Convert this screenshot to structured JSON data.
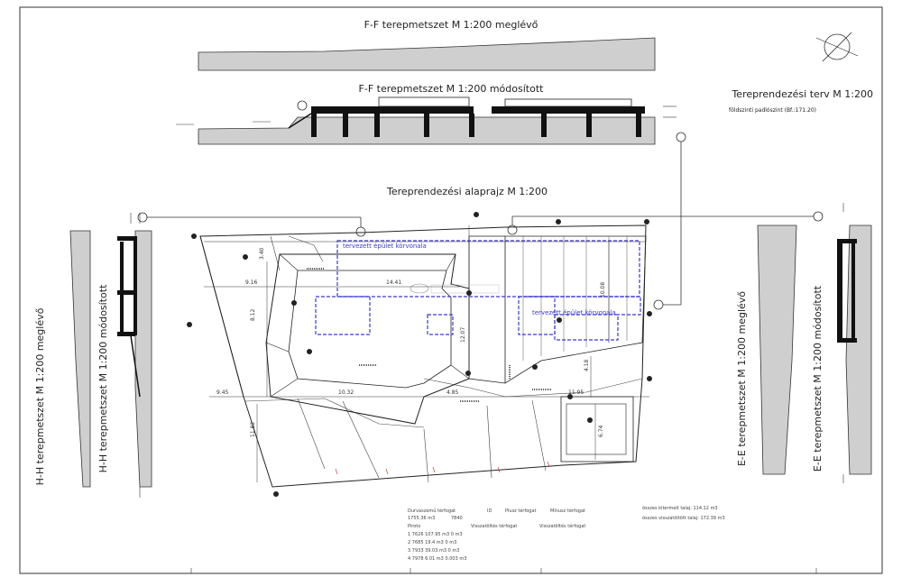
{
  "titles": {
    "ff_existing": "F-F terepmetszet  M 1:200 meglévő",
    "ff_modified": "F-F terepmetszet  M 1:200 módosított",
    "plan_title": "Tereprendezési terv  M 1:200",
    "plan_subtitle": "földszinti padlószint (Bf.:171.20)",
    "site_plan": "Tereprendezési alaprajz  M 1:200",
    "hh_existing": "H-H terepmetszet  M 1:200 meglévő",
    "hh_modified": "H-H terepmetszet  M 1:200 módosított",
    "ee_existing": "E-E terepmetszet  M 1:200 meglévő",
    "ee_modified": "E-E terepmetszet  M 1:200 módosított"
  },
  "building_labels": {
    "outline_top": "tervezett épület körvonala",
    "outline_right": "tervezett épület körvonala"
  },
  "dimensions": {
    "d1": "14.41",
    "d2": "9.16",
    "d3": "8.12",
    "d4": "12.07",
    "d5": "10.08",
    "d6": "4.18",
    "d7": "9.45",
    "d8": "10.32",
    "d9": "4.85",
    "d10": "11.95",
    "d11": "11.82",
    "d12": "3.40",
    "d13": "6.74"
  },
  "table": {
    "h1": "Durvaszemű térfogat",
    "h2": "ID",
    "h3": "Plusz térfogat",
    "h4": "Mínusz térfogat",
    "r0a": "1755.36 m3",
    "r0b": "7840",
    "h5": "Piroto",
    "h6": "Visszatöltés térfogat",
    "h7": "Visszatöltés térfogat",
    "r1": "1     7626   107.95 m3        0 m3",
    "r2": "2     7685   19.4 m3         0 m3",
    "r3": "3     7933   39.03 m3        0 m3",
    "r4": "4     7978   6.01 m3  0.003 m3"
  },
  "totals": {
    "cut": "összes kitermelt talaj: 114.12 m3",
    "fill": "összes visszatöltött talaj: 172.39 m3"
  }
}
